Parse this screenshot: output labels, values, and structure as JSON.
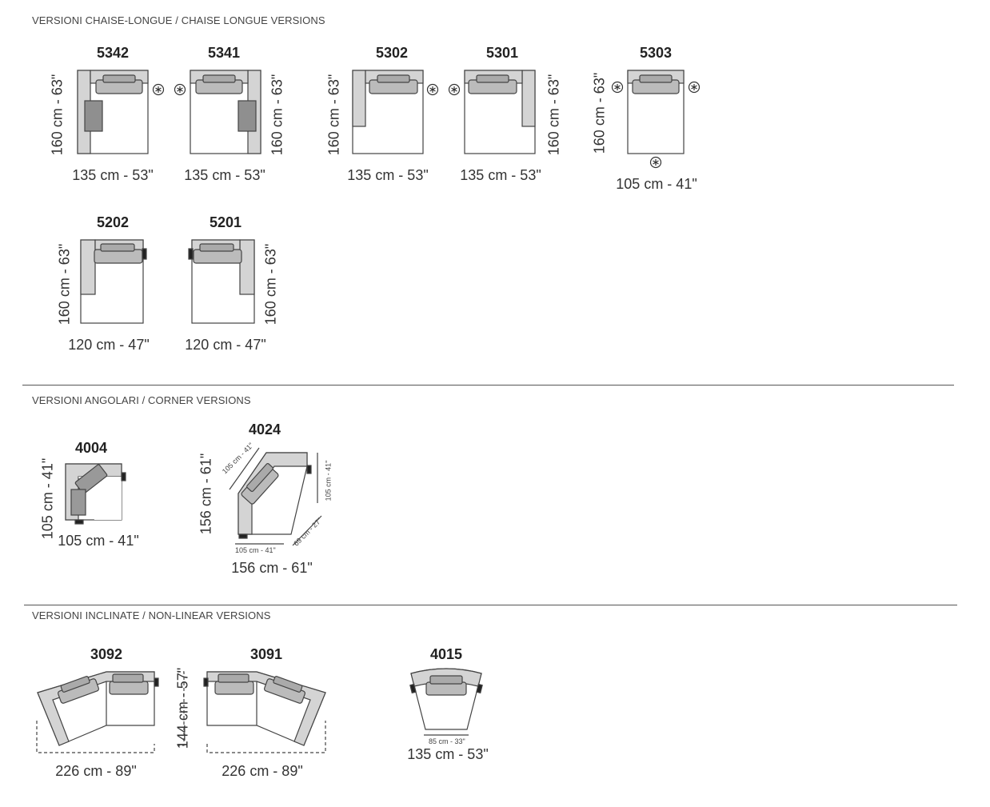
{
  "sections": {
    "chaise": "VERSIONI CHAISE-LONGUE / CHAISE LONGUE VERSIONS",
    "corner": "VERSIONI ANGOLARI / CORNER VERSIONS",
    "nonlinear": "VERSIONI INCLINATE / NON-LINEAR VERSIONS"
  },
  "models": {
    "m5342": {
      "code": "5342",
      "width": "135 cm - 53\"",
      "depth": "160 cm - 63\""
    },
    "m5341": {
      "code": "5341",
      "width": "135 cm - 53\"",
      "depth": "160 cm - 63\""
    },
    "m5302": {
      "code": "5302",
      "width": "135 cm - 53\"",
      "depth": "160 cm - 63\""
    },
    "m5301": {
      "code": "5301",
      "width": "135 cm - 53\"",
      "depth": "160 cm - 63\""
    },
    "m5303": {
      "code": "5303",
      "width": "105 cm - 41\"",
      "depth": "160 cm - 63\""
    },
    "m5202": {
      "code": "5202",
      "width": "120 cm - 47\"",
      "depth": "160 cm - 63\""
    },
    "m5201": {
      "code": "5201",
      "width": "120 cm - 47\"",
      "depth": "160 cm - 63\""
    },
    "m4004": {
      "code": "4004",
      "width": "105 cm - 41\"",
      "depth": "105 cm - 41\""
    },
    "m4024": {
      "code": "4024",
      "width": "156 cm - 61\"",
      "depth": "156 cm - 61\"",
      "side_a": "105 cm - 41\"",
      "side_b": "105 cm - 41\"",
      "side_c": "105 cm - 41\"",
      "side_d": "69 cm - 27\""
    },
    "m3092": {
      "code": "3092",
      "width": "226 cm - 89\""
    },
    "m3091": {
      "code": "3091",
      "width": "226 cm - 89\"",
      "depth": "144 cm - 57\""
    },
    "m4015": {
      "code": "4015",
      "width": "135 cm - 53\"",
      "inner": "85 cm - 33\""
    }
  },
  "colors": {
    "frame": "#d4d4d4",
    "cushion": "#9a9a9a",
    "line": "#444444",
    "foot": "#222222"
  }
}
